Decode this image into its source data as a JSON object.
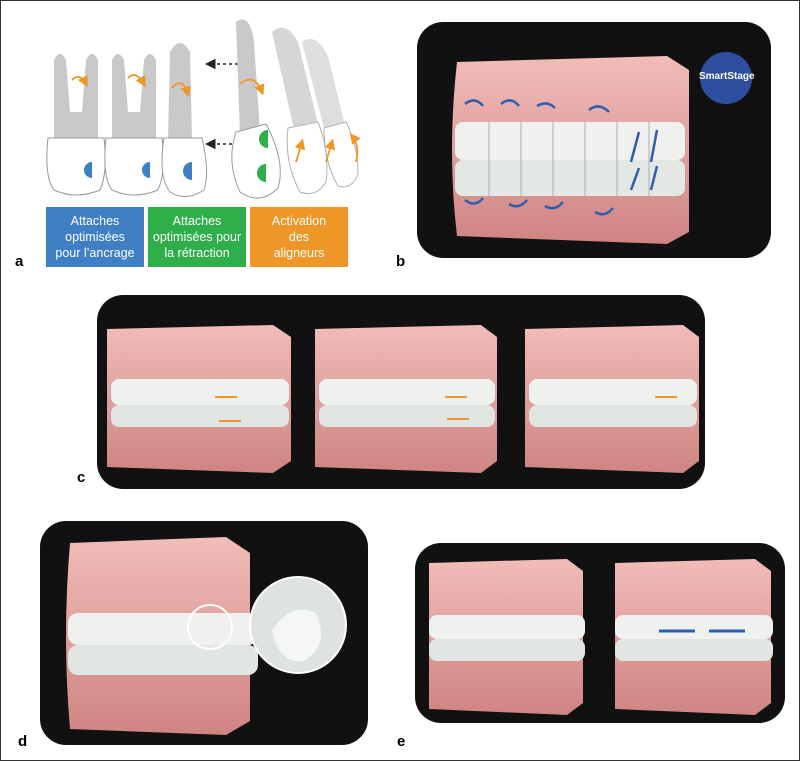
{
  "panel_labels": {
    "a": "a",
    "b": "b",
    "c": "c",
    "d": "d",
    "e": "e"
  },
  "legend": [
    {
      "text": "Attaches\noptimisées\npour l’ancrage",
      "color": "#3f7fc6"
    },
    {
      "text": "Attaches\noptimisées pour\nla rétraction",
      "color": "#2eaf4a"
    },
    {
      "text": "Activation\ndes\naligneurs",
      "color": "#ef9628"
    }
  ],
  "badge": {
    "text": "SmartStage",
    "color": "#2e4fa0"
  },
  "colors": {
    "anchorage": "#3f7fc6",
    "retraction": "#2eaf4a",
    "activation": "#ef9628",
    "background_panel": "#111111",
    "gum": "#e9a7a5",
    "tooth": "#eef1ee"
  }
}
